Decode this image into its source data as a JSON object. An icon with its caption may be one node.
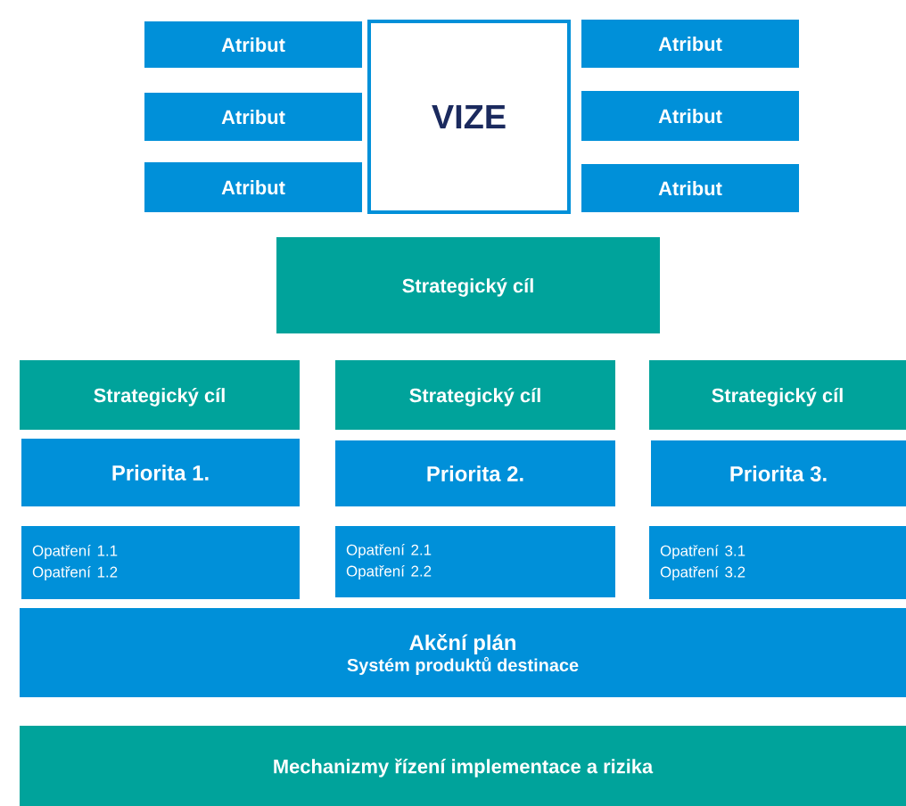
{
  "diagram": {
    "nodes": [
      {
        "text": [
          "Atribut"
        ]
      },
      {
        "text": [
          "VIZE"
        ]
      },
      {
        "text": [
          "Atribut"
        ]
      },
      {
        "text": [
          "Atribut"
        ]
      },
      {
        "text": [
          "Atribut"
        ]
      },
      {
        "text": [
          "Atribut"
        ]
      },
      {
        "text": [
          "Atribut"
        ]
      },
      {
        "text": [
          "Strategický cíl"
        ]
      },
      {
        "text": [
          "Strategický cíl"
        ]
      },
      {
        "text": [
          "Strategický cíl"
        ]
      },
      {
        "text": [
          "Strategický cíl"
        ]
      },
      {
        "text": [
          "Priorita 1."
        ]
      },
      {
        "text": [
          "Priorita 2."
        ]
      },
      {
        "text": [
          "Priorita 3."
        ]
      },
      {
        "text": [
          "Opatření 1.1",
          "Opatření 1.2"
        ]
      },
      {
        "text": [
          "Opatření 2.1",
          "Opatření 2.2"
        ]
      },
      {
        "text": [
          "Opatření 3.1",
          "Opatření 3.2"
        ]
      },
      {
        "text": [
          "Akční plán",
          "Systém produktů destinace"
        ]
      },
      {
        "text": [
          "Mechanizmy řízení implementace a rizika"
        ]
      }
    ]
  }
}
